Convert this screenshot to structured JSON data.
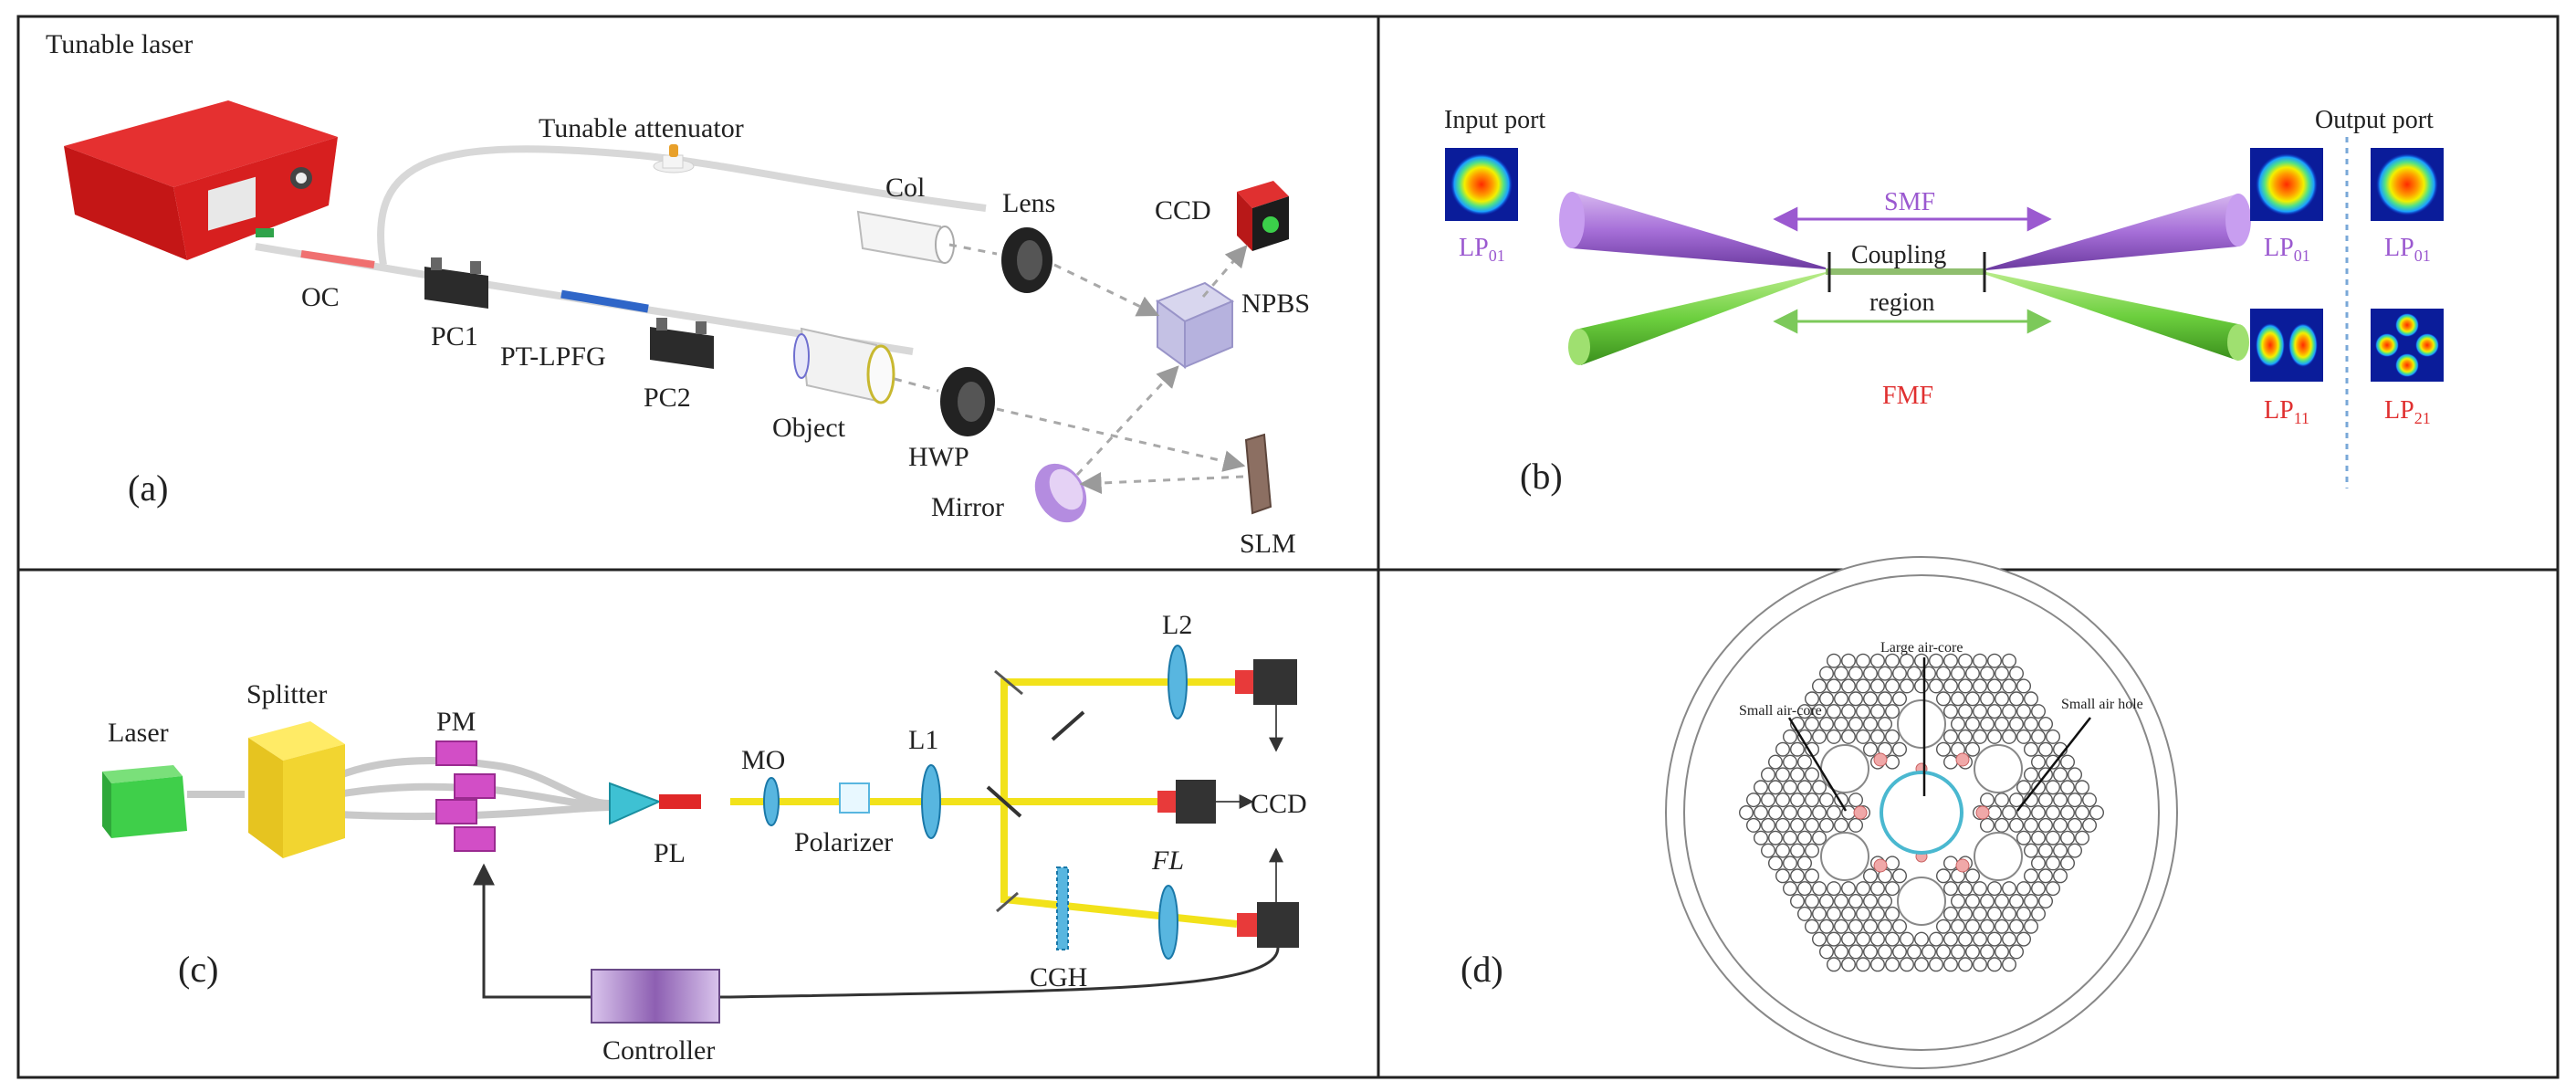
{
  "panel_a": {
    "tag": "(a)",
    "labels": {
      "tunable_laser": "Tunable laser",
      "tunable_attenuator": "Tunable attenuator",
      "col": "Col",
      "lens": "Lens",
      "ccd": "CCD",
      "npbs": "NPBS",
      "oc": "OC",
      "pc1": "PC1",
      "pt_lpfg": "PT-LPFG",
      "pc2": "PC2",
      "object": "Object",
      "hwp": "HWP",
      "mirror": "Mirror",
      "slm": "SLM"
    }
  },
  "panel_b": {
    "tag": "(b)",
    "labels": {
      "input_port": "Input port",
      "output_port": "Output port",
      "smf": "SMF",
      "fmf": "FMF",
      "coupling": "Coupling",
      "region": "region"
    },
    "modes": {
      "lp": "LP",
      "sub01": "01",
      "sub11": "11",
      "sub21": "21"
    }
  },
  "panel_c": {
    "tag": "(c)",
    "labels": {
      "laser": "Laser",
      "splitter": "Splitter",
      "pm": "PM",
      "pl": "PL",
      "mo": "MO",
      "polarizer": "Polarizer",
      "l1": "L1",
      "l2": "L2",
      "ccd": "CCD",
      "cgh": "CGH",
      "fl": "FL",
      "controller": "Controller"
    }
  },
  "panel_d": {
    "tag": "(d)",
    "labels": {
      "large_air_core": "Large air-core",
      "small_air_core": "Small air-core",
      "small_air_hole": "Small air hole"
    }
  }
}
